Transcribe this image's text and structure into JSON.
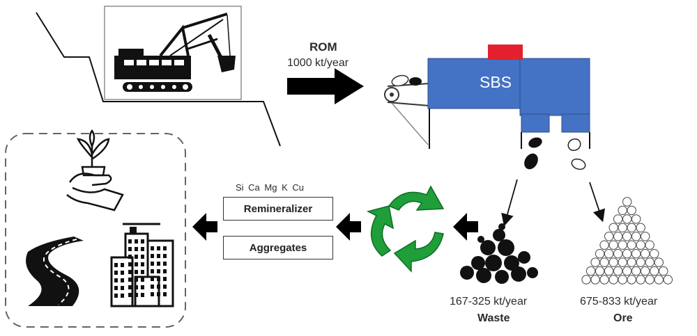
{
  "rom": {
    "title": "ROM",
    "rate": "1000 kt/year"
  },
  "sbs": {
    "label": "SBS",
    "body_color": "#4472c4",
    "sensor_color": "#e5202e"
  },
  "elements": "Si  Ca  Mg  K  Cu",
  "products": {
    "remineralizer": "Remineralizer",
    "aggregates": "Aggregates"
  },
  "waste": {
    "rate": "167-325 kt/year",
    "name": "Waste"
  },
  "ore": {
    "rate": "675-833 kt/year",
    "name": "Ore"
  },
  "icons": {
    "excavator": "excavator-icon",
    "recycle": "recycle-icon",
    "plant": "plant-in-hand-icon",
    "road": "road-icon",
    "buildings": "city-buildings-icon"
  },
  "colors": {
    "recycle": "#1f9e3a",
    "arrow": "#000000",
    "dashed_border": "#5a6a60"
  }
}
